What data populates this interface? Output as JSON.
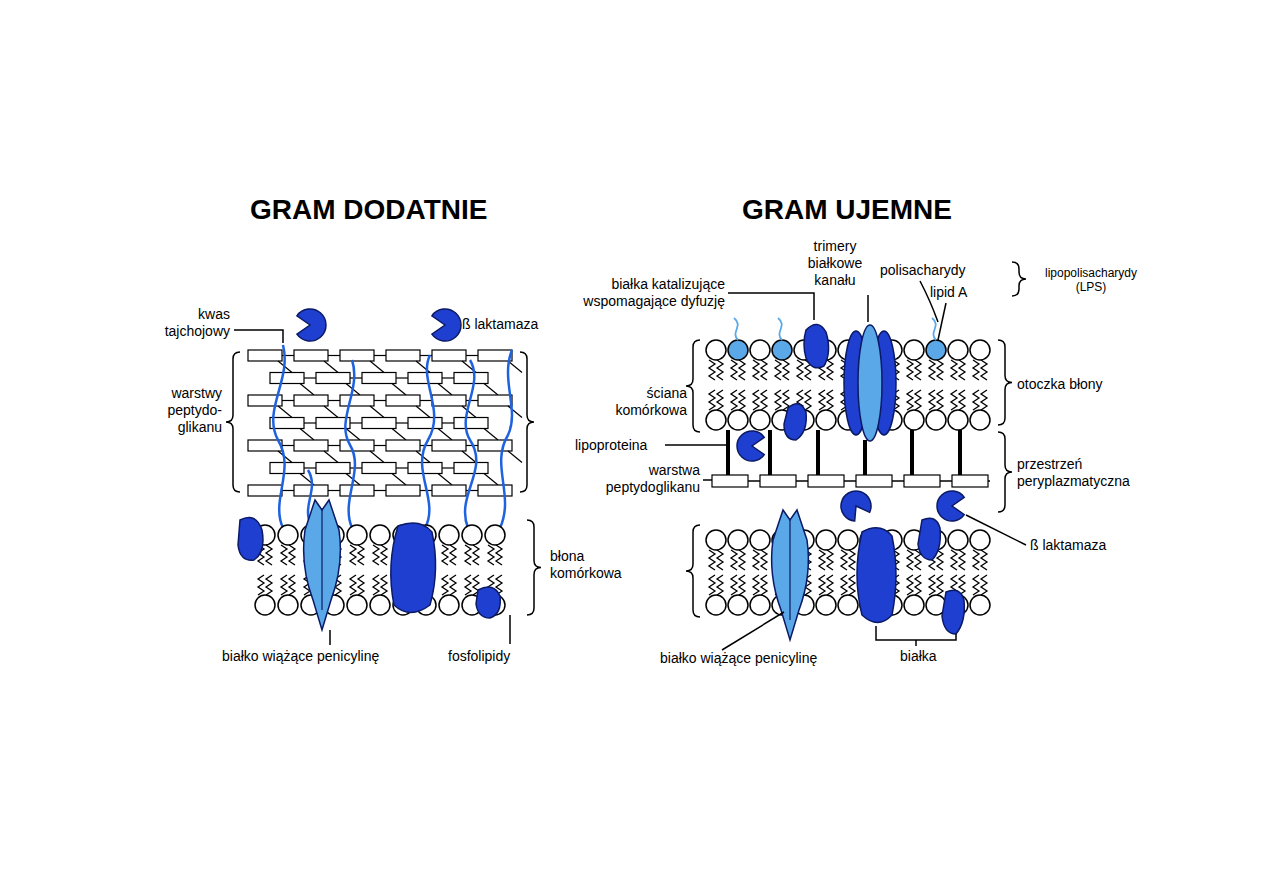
{
  "diagram": {
    "labels": [
      "GRAM DODATNIE",
      "GRAM UJEMNE",
      "kwas tajchojowy",
      "ß laktamaza",
      "warstwy peptydo- glikanu",
      "błona komórkowa",
      "białko wiążące penicylinę",
      "fosfolipidy",
      "trimery białkowe kanału",
      "polisacharydy",
      "lipid A",
      "lipopolisacharydy (LPS)",
      "białka katalizujące wspomagające dyfuzję",
      "otoczka błony",
      "ściana komórkowa",
      "lipoproteina",
      "warstwa peptydoglikanu",
      "przestrzeń peryplazmatyczna",
      "ß laktamaza",
      "białko wiążące penicylinę",
      "białka"
    ]
  }
}
